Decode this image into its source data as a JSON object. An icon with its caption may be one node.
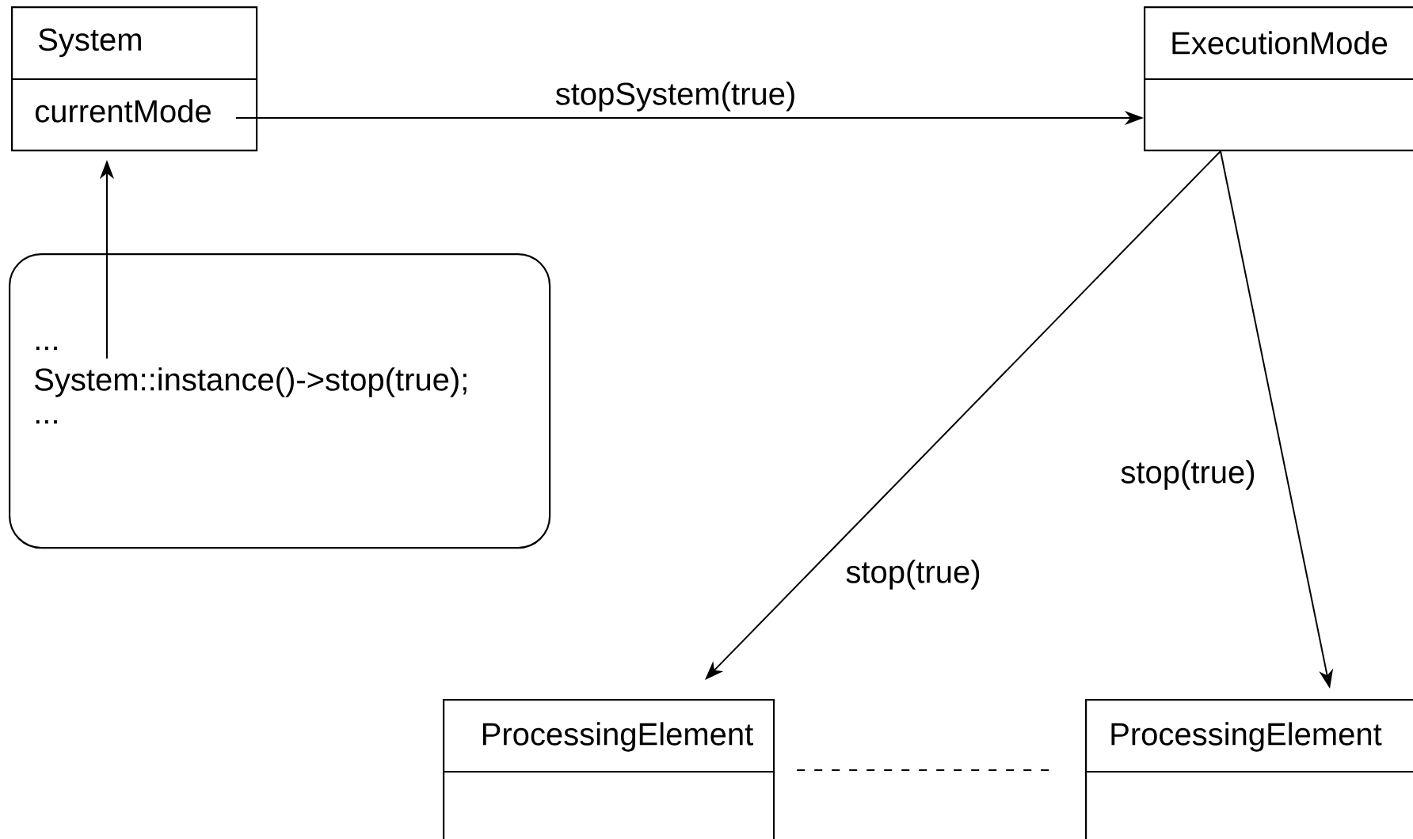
{
  "diagram": {
    "nodes": [
      {
        "text": [
          "System",
          "currentMode"
        ]
      },
      {
        "text": [
          "...",
          "System::instance()->stop(true);",
          "..."
        ]
      },
      {
        "text": [
          "ExecutionMode"
        ]
      },
      {
        "text": [
          "ProcessingElement"
        ]
      },
      {
        "text": [
          "ProcessingElement"
        ]
      }
    ],
    "edges": [
      {
        "from": 1,
        "to": 0,
        "arrow": "to"
      },
      {
        "from": 0,
        "to": 2,
        "arrow": "to",
        "label": "stopSystem(true)"
      },
      {
        "from": 2,
        "to": 3,
        "arrow": "to",
        "label": "stop(true)"
      },
      {
        "from": 2,
        "to": 4,
        "arrow": "to",
        "label": "stop(true)"
      },
      {
        "from": 3,
        "to": 4,
        "arrow": "none",
        "style": "dashed"
      }
    ]
  }
}
